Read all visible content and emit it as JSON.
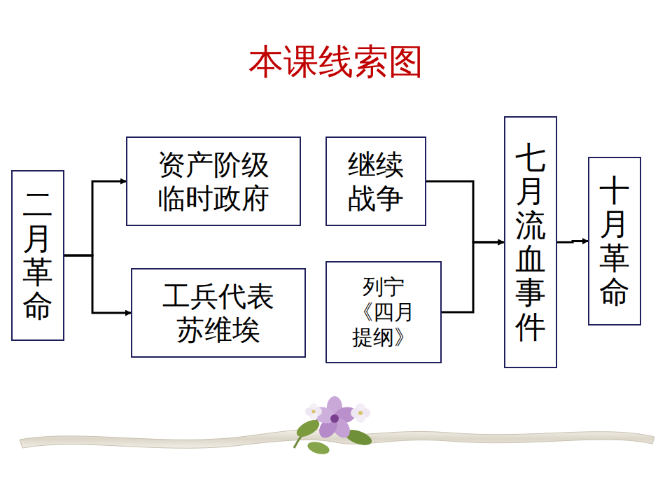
{
  "diagram": {
    "title": "本课线索图",
    "nodes": [
      {
        "text": [
          "二月革命"
        ]
      },
      {
        "text": [
          "资产阶级 临时政府"
        ]
      },
      {
        "text": [
          "工兵代表 苏维埃"
        ]
      },
      {
        "text": [
          "继续 战争"
        ]
      },
      {
        "text": [
          "列宁 《四月 提纲》"
        ]
      },
      {
        "text": [
          "七月流血事件"
        ]
      },
      {
        "text": [
          "十月革命"
        ]
      }
    ],
    "edges": [
      {
        "from": 0,
        "to": 1,
        "arrow": "to"
      },
      {
        "from": 0,
        "to": 2,
        "arrow": "to"
      },
      {
        "from": 3,
        "to": 5,
        "arrow": "to"
      },
      {
        "from": 4,
        "to": 5,
        "arrow": "to"
      },
      {
        "from": 5,
        "to": 6,
        "arrow": "to"
      }
    ]
  }
}
